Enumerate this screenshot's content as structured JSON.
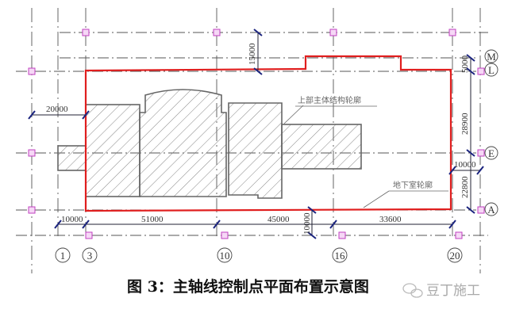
{
  "labels": {
    "upper_structure": "上部主体结构轮廓",
    "basement": "地下室轮廓"
  },
  "dimensions": {
    "d15000": "15000",
    "d20000": "20000",
    "d5000": "5000",
    "d28900": "28900",
    "d10000_right": "10000",
    "d22800": "22800",
    "d10000_bottom_left": "10000",
    "d51000": "51000",
    "d45000": "45000",
    "d33600": "33600",
    "d10000_vertical": "10000"
  },
  "axes": {
    "a1": "1",
    "a3": "3",
    "a10": "10",
    "a16": "16",
    "a20": "20",
    "M": "M",
    "L": "L",
    "E": "E",
    "A": "A"
  },
  "caption": "图 3：主轴线控制点平面布置示意图",
  "watermark": "豆丁施工",
  "colors": {
    "outline": "#e01e1e",
    "control_point": "#c040c0",
    "dimension_tick": "#1a237e"
  }
}
